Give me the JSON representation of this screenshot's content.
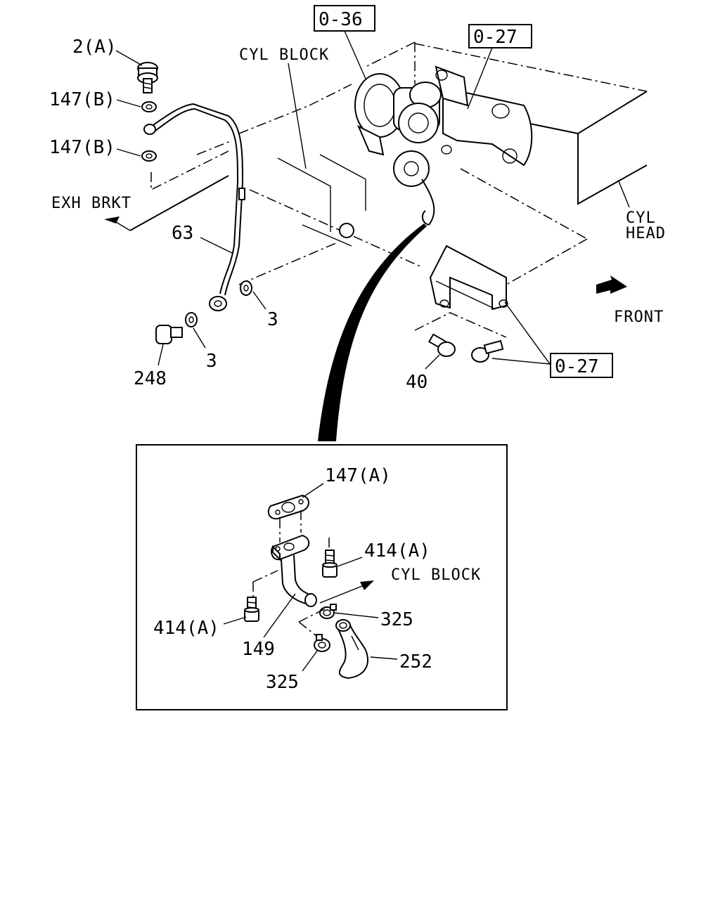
{
  "callouts": {
    "p2a": "2(A)",
    "p147b_1": "147(B)",
    "p147b_2": "147(B)",
    "p63": "63",
    "p3_right": "3",
    "p3_left": "3",
    "p248": "248",
    "p40": "40",
    "p147a": "147(A)",
    "p414a_right": "414(A)",
    "p414a_left": "414(A)",
    "p149": "149",
    "p325_right": "325",
    "p325_left": "325",
    "p252": "252"
  },
  "references": {
    "ref_036": "0-36",
    "ref_027_top": "0-27",
    "ref_027_bottom": "0-27"
  },
  "notes": {
    "cyl_block_top": "CYL BLOCK",
    "exh_brkt": "EXH BRKT",
    "cyl_head_line1": "CYL",
    "cyl_head_line2": "HEAD",
    "front": "FRONT",
    "cyl_block_detail": "CYL BLOCK"
  }
}
